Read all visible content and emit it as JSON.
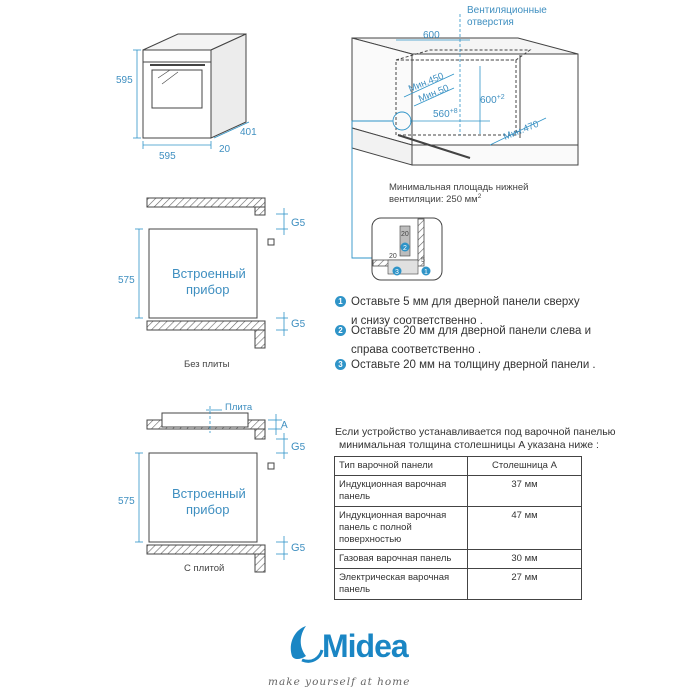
{
  "top_oven": {
    "dim_height": "595",
    "dim_width": "595",
    "dim_depth": "401",
    "dim_door": "20"
  },
  "cabinet": {
    "vent_label_line1": "Вентиляционные",
    "vent_label_line2": "отверстия",
    "dim_600_top": "600",
    "dim_min450": "Мин.450",
    "dim_min50": "Мин.50",
    "dim_600_2": "600",
    "dim_600_2_sup": "+2",
    "dim_560_8": "560",
    "dim_560_8_sup": "+8",
    "dim_min470": "Мин.470",
    "vent_min_line1": "Минимальная площадь нижней",
    "vent_min_line2": "вентиляции: 250 мм",
    "vent_min_sup": "2"
  },
  "detail": {
    "d20a": "20",
    "d20b": "20",
    "d5": "5",
    "n1": "1",
    "n2": "2",
    "n3": "3"
  },
  "no_hob": {
    "g5_top": "5",
    "g5_bottom": "5",
    "g_letter": "G",
    "height": "575",
    "label_line1": "Встроенный",
    "label_line2": "прибор",
    "caption": "Без плиты"
  },
  "with_hob": {
    "hob_label": "Плита",
    "a_letter": "A",
    "g5_top": "5",
    "g5_bottom": "5",
    "g_letter": "G",
    "height": "575",
    "label_line1": "Встроенный",
    "label_line2": "прибор",
    "caption": "С плитой"
  },
  "notes": [
    {
      "num": "1",
      "line1": "Оставьте 5 мм для дверной панели сверху",
      "line2": "и снизу соответственно ."
    },
    {
      "num": "2",
      "line1": "Оставьте 20 мм для дверной панели слева и",
      "line2": "справа соответственно ."
    },
    {
      "num": "3",
      "line1": "Оставьте 20 мм на толщину дверной панели .",
      "line2": ""
    }
  ],
  "intro": {
    "line1": "Если устройство устанавливается под варочной панелью",
    "line2": "минимальная  толщина столешницы A указана ниже :"
  },
  "table": {
    "header": [
      "Тип варочной панели",
      "Столешница A"
    ],
    "rows": [
      {
        "name": "Индукционная варочная панель",
        "value": "37 мм"
      },
      {
        "name": "Индукционная варочная панель с полной поверхностью",
        "value": "47 мм"
      },
      {
        "name": "Газовая варочная панель",
        "value": "30 мм"
      },
      {
        "name": "Электрическая варочная панель",
        "value": "27 мм"
      }
    ]
  },
  "brand": {
    "name": "Midea",
    "slogan": "make yourself at home"
  },
  "colors": {
    "accent": "#2f94c8",
    "brand": "#1a86c4",
    "line": "#444444"
  }
}
